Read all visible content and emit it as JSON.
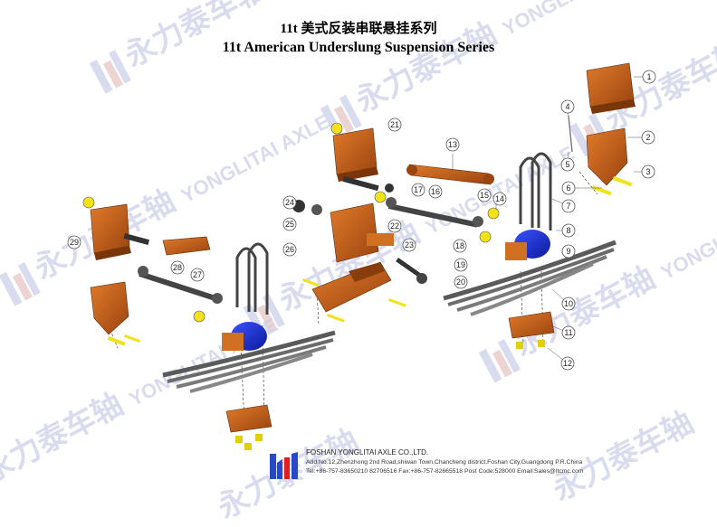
{
  "title": {
    "cn": "11t 美式反装串联悬挂系列",
    "en": "11t American Underslung Suspension Series"
  },
  "watermark": {
    "cn": "永力泰车轴",
    "en": "YONGLITAI AXLE"
  },
  "company": {
    "name": "FOSHAN YONGLITAI AXLE CO.,LTD.",
    "address": "Add:No.12,Zhenzhong 2nd Road,shiwan Town,Chancheng district,Foshan City,Guangdong P.R.China",
    "contact": "Tel:+86-757-83650210 82706516 Fax:+86-757-82665518 Post Code:528000 Email:Sales@ltcmc.com"
  },
  "callouts": [
    "1",
    "2",
    "3",
    "4",
    "5",
    "6",
    "7",
    "8",
    "9",
    "10",
    "11",
    "12",
    "13",
    "14",
    "15",
    "16",
    "17",
    "18",
    "19",
    "20",
    "21",
    "22",
    "23",
    "24",
    "25",
    "26",
    "27",
    "28",
    "29"
  ],
  "colors": {
    "part_orange": "#c9621a",
    "part_dark": "#8a3d0c",
    "spring_gray": "#6b6b6b",
    "bolt_yellow": "#f2e21a",
    "airbag_blue": "#1a2fd6",
    "logo_blue": "#2a49c8",
    "logo_red": "#e02020",
    "watermark": "#c9cde8"
  }
}
